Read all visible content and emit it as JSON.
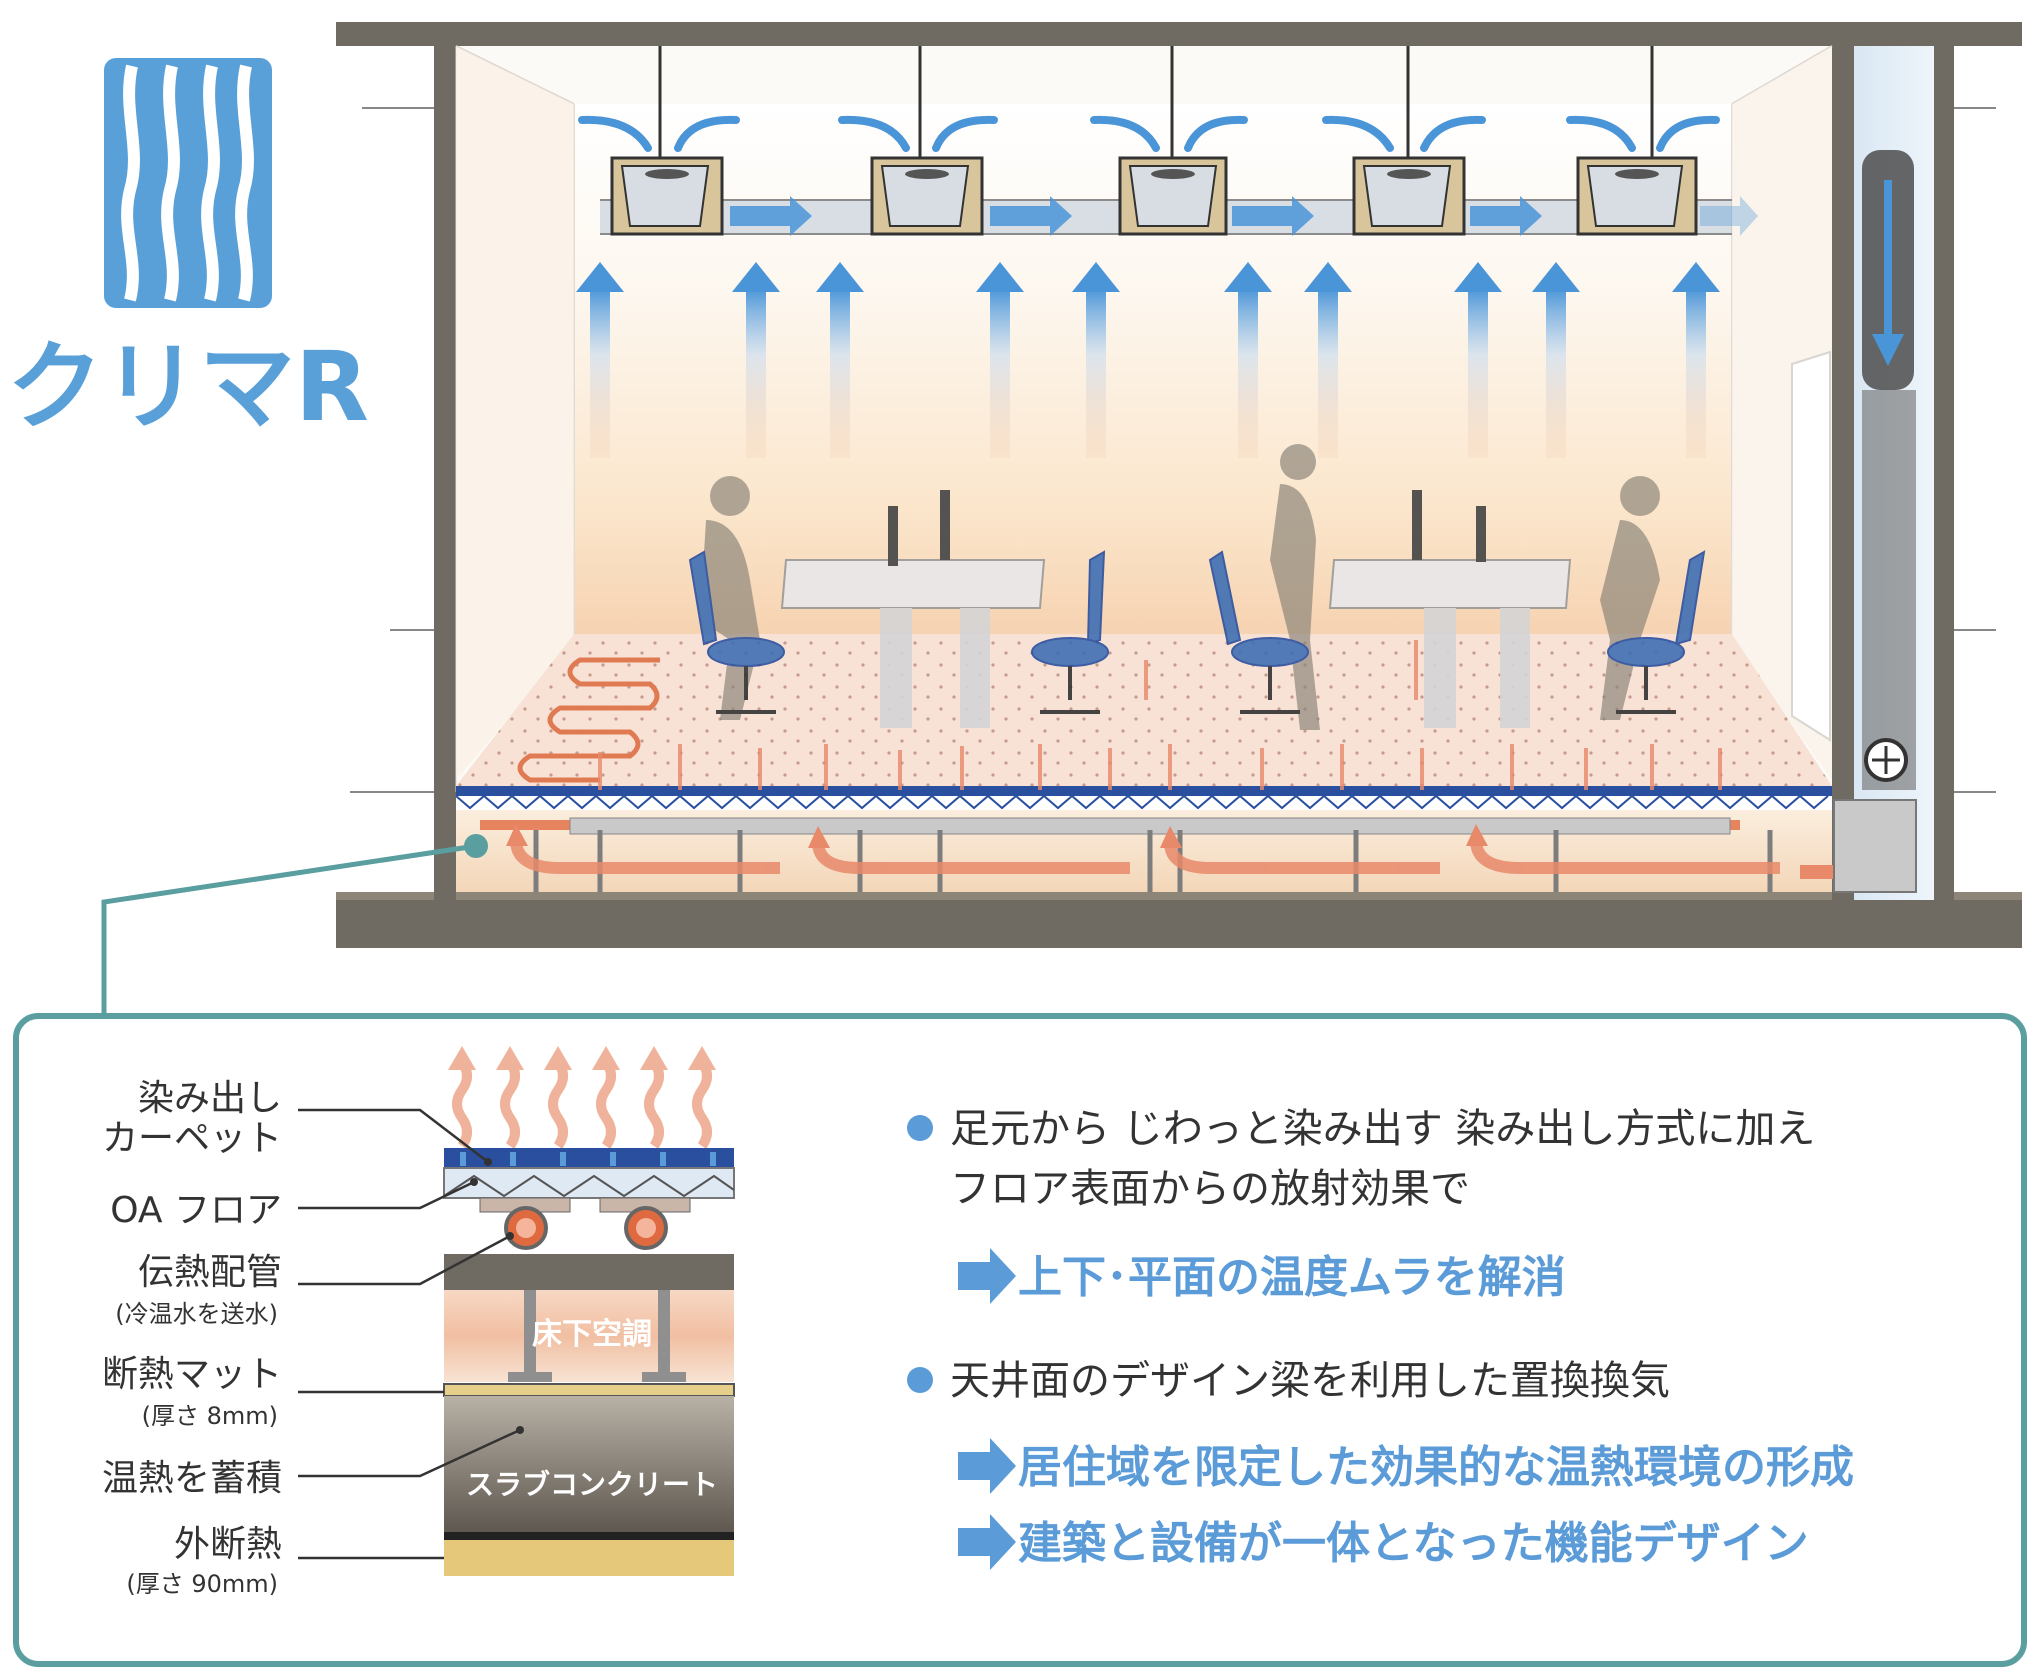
{
  "logo": {
    "text": "クリマR",
    "color": "#5aa0d8"
  },
  "callout_labels": [
    {
      "main": "染み出し",
      "main2": "カーペット",
      "sub": ""
    },
    {
      "main": "OA フロア",
      "main2": "",
      "sub": ""
    },
    {
      "main": "伝熱配管",
      "main2": "",
      "sub": "(冷温水を送水)"
    },
    {
      "main": "断熱マット",
      "main2": "",
      "sub": "(厚さ 8mm)"
    },
    {
      "main": "温熱を蓄積",
      "main2": "",
      "sub": ""
    },
    {
      "main": "外断熱",
      "main2": "",
      "sub": "(厚さ 90mm)"
    }
  ],
  "section_labels": {
    "underfloor": "床下空調",
    "slab": "スラブコンクリート"
  },
  "bullets": [
    {
      "lines": [
        "足元から じわっと染み出す 染み出し方式に加え",
        "フロア表面からの放射効果で"
      ],
      "results": [
        "上下･平面の温度ムラを解消"
      ]
    },
    {
      "lines": [
        "天井面のデザイン梁を利用した置換換気"
      ],
      "results": [
        "居住域を限定した効果的な温熱環境の形成",
        "建築と設備が一体となった機能デザイン"
      ]
    }
  ],
  "colors": {
    "accent_blue": "#5b9bd8",
    "teal_frame": "#5a9ea0",
    "warm_arrow": "#e8896a",
    "structure": "#6f6b63",
    "carpet_blue": "#2a4f9e"
  },
  "icons": [
    "bullet-dot-icon",
    "result-arrow-icon",
    "fan-icon"
  ]
}
